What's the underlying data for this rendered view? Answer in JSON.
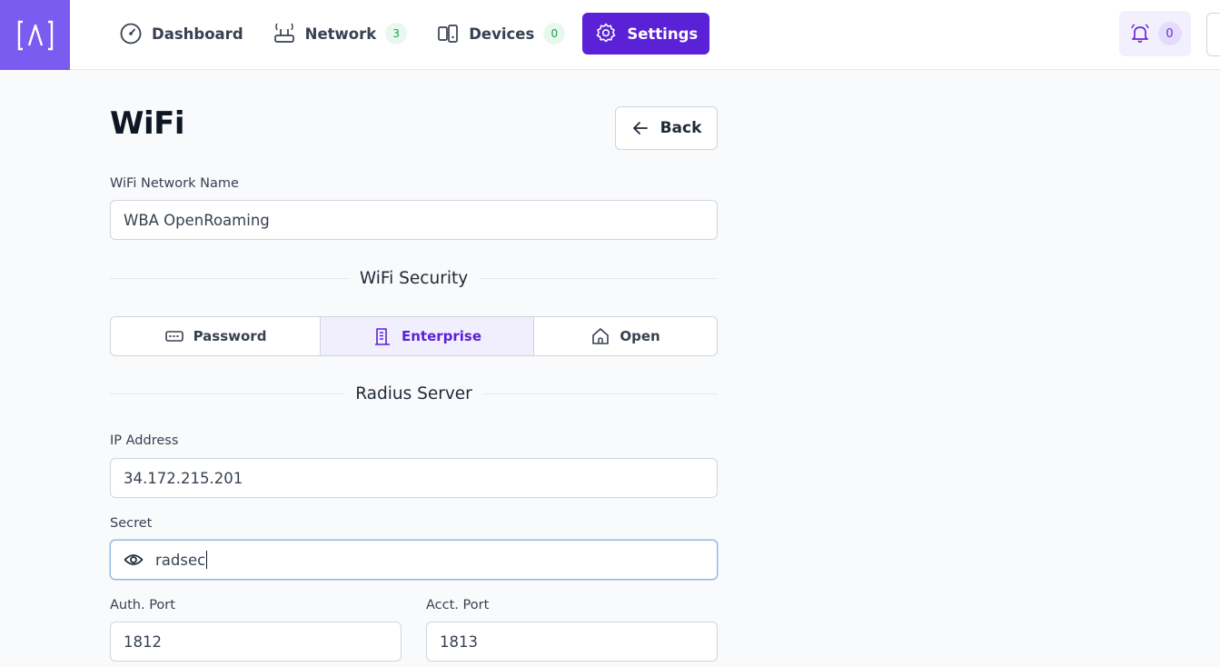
{
  "nav": {
    "logo_text": "[Λ]",
    "items": [
      {
        "label": "Dashboard",
        "icon": "gauge-icon"
      },
      {
        "label": "Network",
        "icon": "router-icon",
        "count": "3"
      },
      {
        "label": "Devices",
        "icon": "devices-icon",
        "count": "0"
      },
      {
        "label": "Settings",
        "icon": "gear-icon"
      }
    ],
    "notifications_count": "0"
  },
  "page": {
    "title": "WiFi",
    "back_label": "Back"
  },
  "form": {
    "network_name_label": "WiFi Network Name",
    "network_name_value": "WBA OpenRoaming",
    "security_heading": "WiFi Security",
    "security_options": [
      {
        "label": "Password",
        "icon": "keyboard-icon"
      },
      {
        "label": "Enterprise",
        "icon": "building-icon"
      },
      {
        "label": "Open",
        "icon": "home-icon"
      }
    ],
    "security_selected": "Enterprise",
    "radius_heading": "Radius Server",
    "ip_label": "IP Address",
    "ip_value": "34.172.215.201",
    "secret_label": "Secret",
    "secret_value": "radsec",
    "auth_port_label": "Auth. Port",
    "auth_port_value": "1812",
    "acct_port_label": "Acct. Port",
    "acct_port_value": "1813"
  },
  "colors": {
    "brand": "#7c5cf0",
    "accent": "#5b21d6",
    "badge_green": "#16a34a"
  }
}
